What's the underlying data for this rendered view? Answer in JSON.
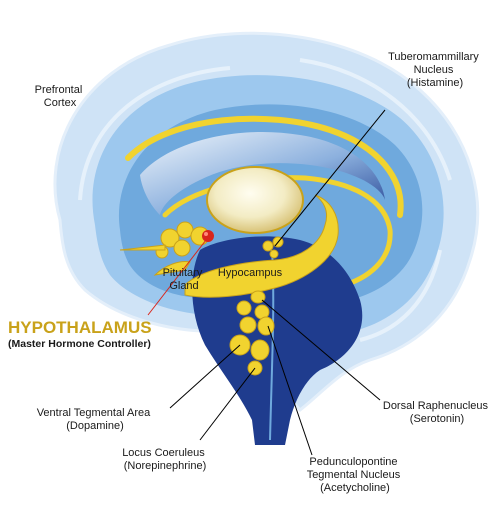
{
  "colors": {
    "outer_brain": "#cfe3f6",
    "mid_brain": "#9dc8ee",
    "inner_brain": "#6fa9dd",
    "brainstem": "#1f3c8e",
    "gold": "#f1d32f",
    "gold_outline": "#c9a21a",
    "title_gold": "#c9a21a",
    "red_marker": "#d9261c"
  },
  "labels": {
    "prefrontal": [
      "Prefrontal",
      "Cortex"
    ],
    "tubero": [
      "Tuberomammillary",
      "Nucleus",
      "(Histamine)"
    ],
    "pituitary": [
      "Pituitary",
      "Gland"
    ],
    "hypocampus": "Hypocampus",
    "hypothalamus_title": "HYPOTHALAMUS",
    "hypothalamus_sub": "(Master Hormone Controller)",
    "ventral": [
      "Ventral Tegmental Area",
      "(Dopamine)"
    ],
    "dorsal": [
      "Dorsal Raphenucleus",
      "(Serotonin)"
    ],
    "locus": [
      "Locus Coeruleus",
      "(Norepinephrine)"
    ],
    "pedunculo": [
      "Pedunculopontine",
      "Tegmental Nucleus",
      "(Acetycholine)"
    ]
  },
  "icons": {
    "brain": "brain-illustration-icon",
    "hypothalamus_marker": "red-dot-icon"
  }
}
